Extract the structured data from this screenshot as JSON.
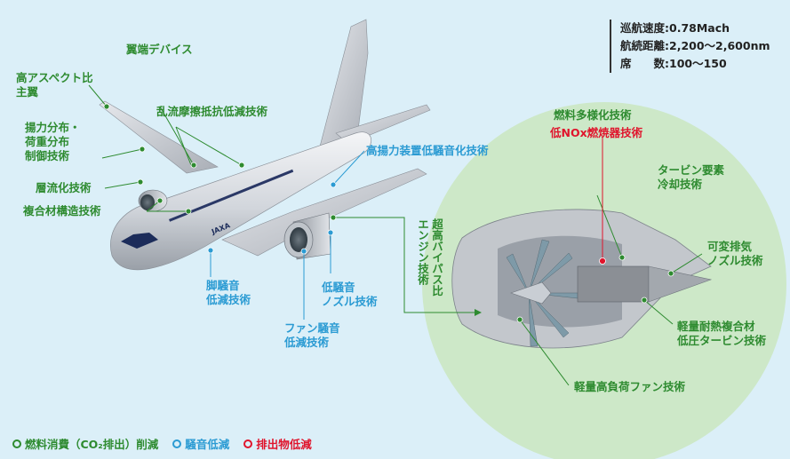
{
  "spec": {
    "cruise_speed": "巡航速度:0.78Mach",
    "range": "航続距離:2,200～2,600nm",
    "seats": "席　　数:100～150"
  },
  "labels": {
    "high_aspect_1": "高アスペクト比",
    "high_aspect_2": "主翼",
    "wingtip": "翼端デバイス",
    "turbulence": "乱流摩擦抵抗低減技術",
    "lift_1": "揚力分布・",
    "lift_2": "荷重分布",
    "lift_3": "制御技術",
    "laminar": "層流化技術",
    "composite": "複合材構造技術",
    "high_lift_noise": "高揚力装置低騒音化技術",
    "fuel_diverse": "燃料多様化技術",
    "low_nox": "低NOx燃焼器技術",
    "turbine_cooling_1": "タービン要素",
    "turbine_cooling_2": "冷却技術",
    "variable_nozzle_1": "可変排気",
    "variable_nozzle_2": "ノズル技術",
    "gear_noise_1": "脚騒音",
    "gear_noise_2": "低減技術",
    "nozzle_noise_1": "低騒音",
    "nozzle_noise_2": "ノズル技術",
    "fan_noise_1": "ファン騒音",
    "fan_noise_2": "低減技術",
    "uhb_col1": "超高バイパス比",
    "uhb_col2": "エンジン技術",
    "lightweight_turbine_1": "軽量耐熱複合材",
    "lightweight_turbine_2": "低圧タービン技術",
    "fan_tech": "軽量高負荷ファン技術",
    "airline_mark": "JAXA"
  },
  "legend": [
    {
      "label": "燃料消費（CO₂排出）削減",
      "color": "#2e8b30"
    },
    {
      "label": "騒音低減",
      "color": "#2b9bd3"
    },
    {
      "label": "排出物低減",
      "color": "#e0142c"
    }
  ],
  "colors": {
    "green": "#2e8b30",
    "blue": "#2b9bd3",
    "red": "#e0142c",
    "background": "#dbeff8",
    "engine_circle": "#c8e6c4"
  }
}
